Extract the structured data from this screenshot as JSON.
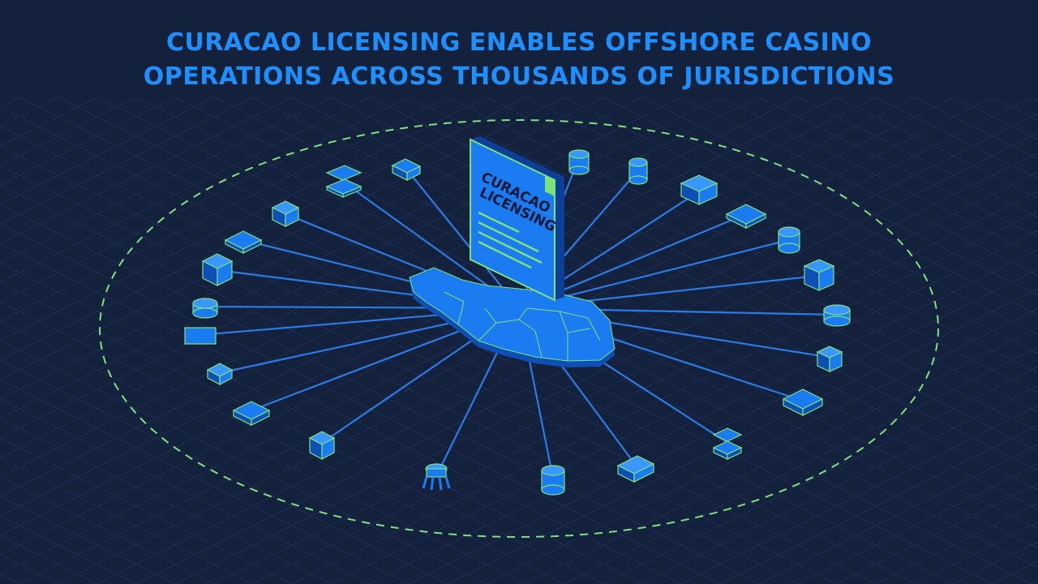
{
  "title": {
    "line1": "CURACAO LICENSING ENABLES OFFSHORE CASINO",
    "line2": "OPERATIONS ACROSS THOUSANDS OF JURISDICTIONS"
  },
  "document": {
    "line1": "CURACAO",
    "line2": "LICENSING"
  },
  "colors": {
    "background": "#14213d",
    "accent": "#1e8fff",
    "line": "#2a7be4",
    "outline": "#7ee27a",
    "node": "#1a7cf0"
  }
}
